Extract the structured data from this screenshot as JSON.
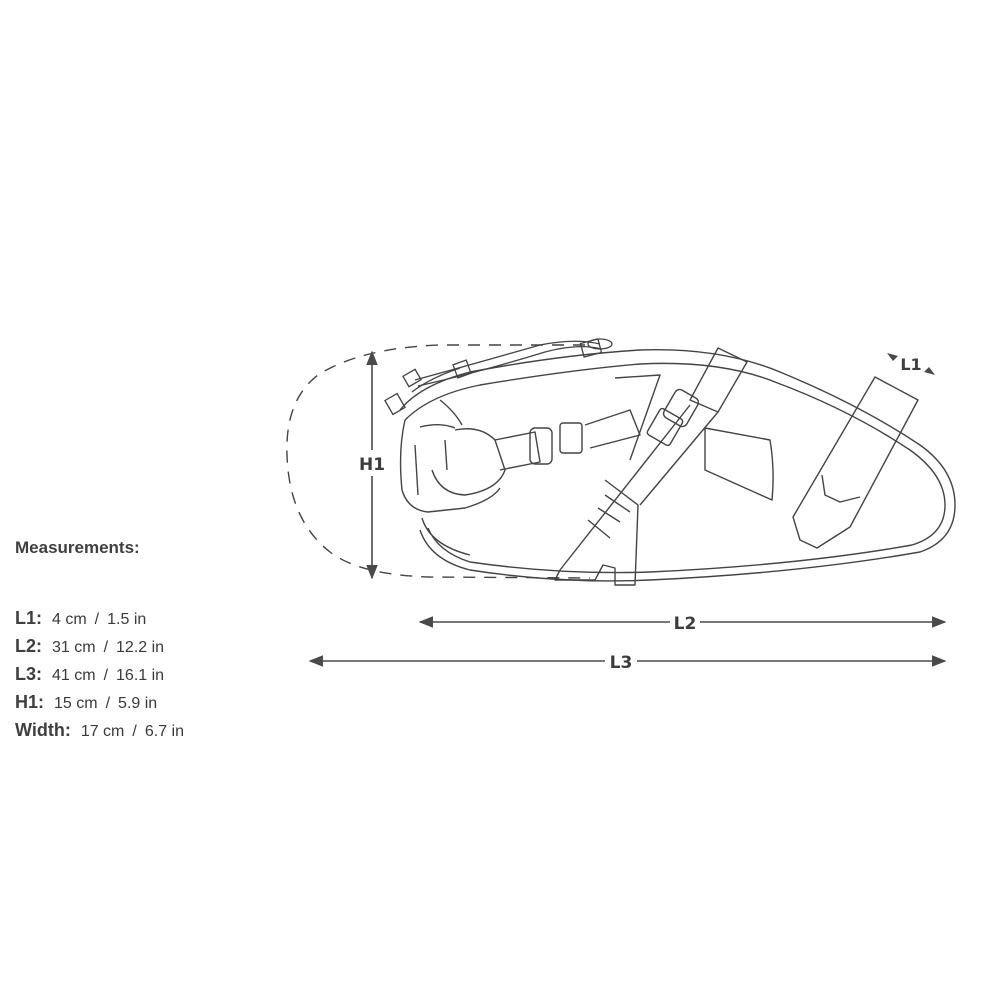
{
  "measurements": {
    "title": "Measurements:",
    "rows": [
      {
        "key": "L1:",
        "cm": "4 cm",
        "sep": "/",
        "in": "1.5 in"
      },
      {
        "key": "L2:",
        "cm": "31 cm",
        "sep": "/",
        "in": "12.2 in"
      },
      {
        "key": "L3:",
        "cm": "41 cm",
        "sep": "/",
        "in": "16.1 in"
      },
      {
        "key": "H1:",
        "cm": "15 cm",
        "sep": "/",
        "in": "5.9 in"
      },
      {
        "key": "Width:",
        "cm": "17 cm",
        "sep": "/",
        "in": "6.7 in"
      }
    ]
  },
  "diagram": {
    "labels": {
      "h1": "H1",
      "l1": "L1",
      "l2": "L2",
      "l3": "L3"
    },
    "colors": {
      "line": "#444444",
      "dimension": "#4a4a4a",
      "background": "#ffffff"
    }
  }
}
